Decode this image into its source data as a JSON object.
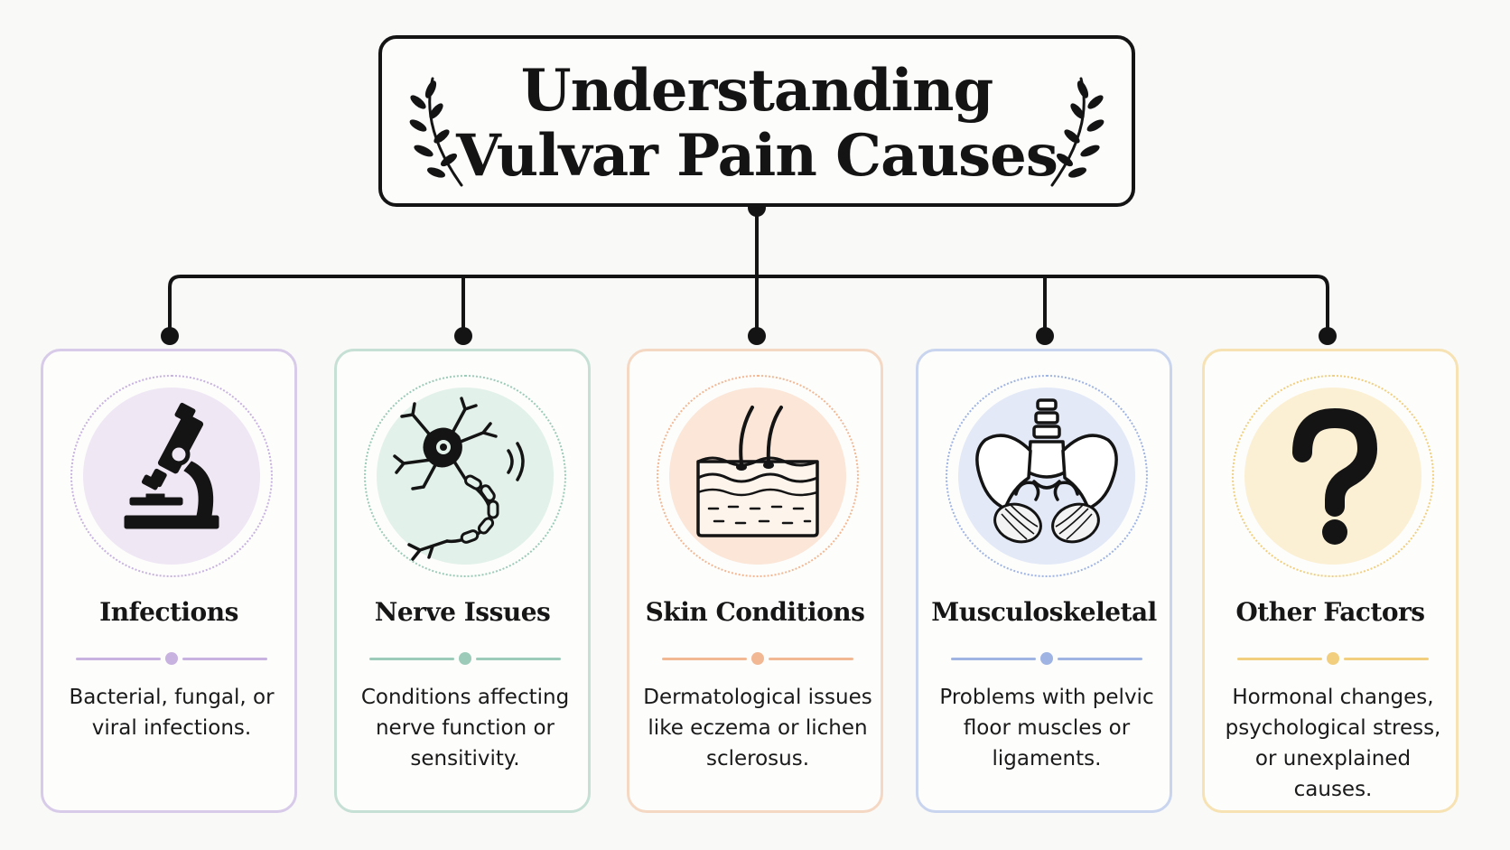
{
  "title": {
    "line1": "Understanding",
    "line2": "Vulvar Pain Causes"
  },
  "categories": [
    {
      "title": "Infections",
      "description": "Bacterial, fungal, or viral infections.",
      "icon": "microscope-icon",
      "accent": "#c8b2e0",
      "background": "#efe7f4"
    },
    {
      "title": "Nerve Issues",
      "description": "Conditions affecting nerve function or sensitivity.",
      "icon": "neuron-icon",
      "accent": "#9ccbb9",
      "background": "#e2f1ea"
    },
    {
      "title": "Skin Conditions",
      "description": "Dermatological issues like eczema or lichen sclerosus.",
      "icon": "skin-layers-icon",
      "accent": "#f2b894",
      "background": "#fbe6d8"
    },
    {
      "title": "Musculoskeletal",
      "description": "Problems with pelvic floor muscles or ligaments.",
      "icon": "pelvis-icon",
      "accent": "#9fb4e2",
      "background": "#e3e9f7"
    },
    {
      "title": "Other Factors",
      "description": "Hormonal changes, psychological stress, or unexplained causes.",
      "icon": "question-mark-icon",
      "accent": "#f1cf7f",
      "background": "#fcf0d4"
    }
  ]
}
